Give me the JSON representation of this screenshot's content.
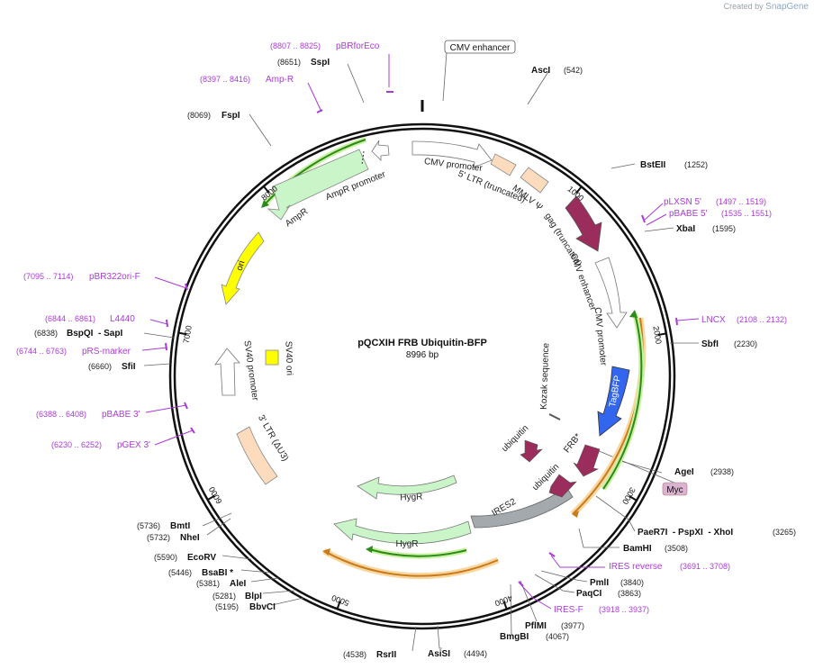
{
  "credit": {
    "prefix": "Created by",
    "brand": "SnapGene"
  },
  "plasmid": {
    "name": "pQCXIH FRB Ubiquitin-BFP",
    "size_label": "8996 bp",
    "length": 8996
  },
  "ticks": [
    1000,
    2000,
    3000,
    4000,
    5000,
    6000,
    7000,
    8000
  ],
  "tick_labels": [
    "1000",
    "2000",
    "3000",
    "4000",
    "5000",
    "6000",
    "7000",
    "8000"
  ],
  "sites": [
    {
      "name": "AscI",
      "pos": "(542)"
    },
    {
      "name": "BstEII",
      "pos": "(1252)"
    },
    {
      "name": "XbaI",
      "pos": "(1595)"
    },
    {
      "name": "SbfI",
      "pos": "(2230)"
    },
    {
      "name": "AgeI",
      "pos": "(2938)"
    },
    {
      "name": "PaeR7I  - PspXI  - XhoI",
      "pos": "(3265)"
    },
    {
      "name": "BamHI",
      "pos": "(3508)"
    },
    {
      "name": "PmlI",
      "pos": "(3840)"
    },
    {
      "name": "PaqCI",
      "pos": "(3863)"
    },
    {
      "name": "PflMI",
      "pos": "(3977)"
    },
    {
      "name": "BmgBI",
      "pos": "(4067)"
    },
    {
      "name": "AsiSI",
      "pos": "(4494)"
    },
    {
      "name": "RsrII",
      "pos": "(4538)"
    },
    {
      "name": "BbvCI",
      "pos": "(5195)"
    },
    {
      "name": "BlpI",
      "pos": "(5281)"
    },
    {
      "name": "AleI",
      "pos": "(5381)"
    },
    {
      "name": "BsaBI *",
      "pos": "(5446)"
    },
    {
      "name": "EcoRV",
      "pos": "(5590)"
    },
    {
      "name": "NheI",
      "pos": "(5732)"
    },
    {
      "name": "BmtI",
      "pos": "(5736)"
    },
    {
      "name": "SfiI",
      "pos": "(6660)"
    },
    {
      "name": "BspQI  - SapI",
      "pos": "(6838)"
    },
    {
      "name": "FspI",
      "pos": "(8069)"
    },
    {
      "name": "SspI",
      "pos": "(8651)"
    }
  ],
  "primers": [
    {
      "name": "pBRforEco",
      "pos": "(8807 .. 8825)"
    },
    {
      "name": "Amp-R",
      "pos": "(8397 .. 8416)"
    },
    {
      "name": "pLXSN 5'",
      "pos": "(1497 .. 1519)"
    },
    {
      "name": "pBABE 5'",
      "pos": "(1535 .. 1551)"
    },
    {
      "name": "LNCX",
      "pos": "(2108 .. 2132)"
    },
    {
      "name": "IRES reverse",
      "pos": "(3691 .. 3708)"
    },
    {
      "name": "IRES-F",
      "pos": "(3918 .. 3937)"
    },
    {
      "name": "pBR322ori-F",
      "pos": "(7095 .. 7114)"
    },
    {
      "name": "L4440",
      "pos": "(6844 .. 6861)"
    },
    {
      "name": "pRS-marker",
      "pos": "(6744 .. 6763)"
    },
    {
      "name": "pBABE 3'",
      "pos": "(6388 .. 6408)"
    },
    {
      "name": "pGEX 3'",
      "pos": "(6230 .. 6252)"
    }
  ],
  "features": {
    "cmv_enhancer_box": "CMV enhancer",
    "myc_tag": "Myc",
    "cmv_promoter": "CMV promoter",
    "ltr5": "5' LTR (truncated)",
    "mmlv_psi": "MMLV Ψ",
    "gag": "gag (truncated)",
    "cmv_enhancer2": "CMV enhancer",
    "cmv_promoter2": "CMV promoter",
    "tagbfp": "TagBFP",
    "kozak": "Kozak sequence",
    "ubiquitin1": "ubiquitin",
    "frb": "FRB*",
    "ubiquitin2": "ubiquitin",
    "ires2": "IRES2",
    "hygr1": "HygR",
    "hygr2": "HygR",
    "ltr3": "3' LTR (ΔU3)",
    "sv40_promoter": "SV40 promoter",
    "sv40_ori": "SV40 ori",
    "ori": "ori",
    "ampr": "AmpR",
    "ampr_promoter": "AmpR promoter"
  },
  "colors": {
    "backbone": "#111111",
    "primer": "#a93bd4",
    "ampr": "#c9f5c9",
    "ori": "#ffff00",
    "ltr": "#fcdcbc",
    "gag": "#9b2d5c",
    "tagbfp": "#3366ee",
    "ires": "#a4a9ae",
    "green_line": "#2c8a1a",
    "orange_line": "#c97a1a",
    "myc_box": "#d9b3cf"
  }
}
